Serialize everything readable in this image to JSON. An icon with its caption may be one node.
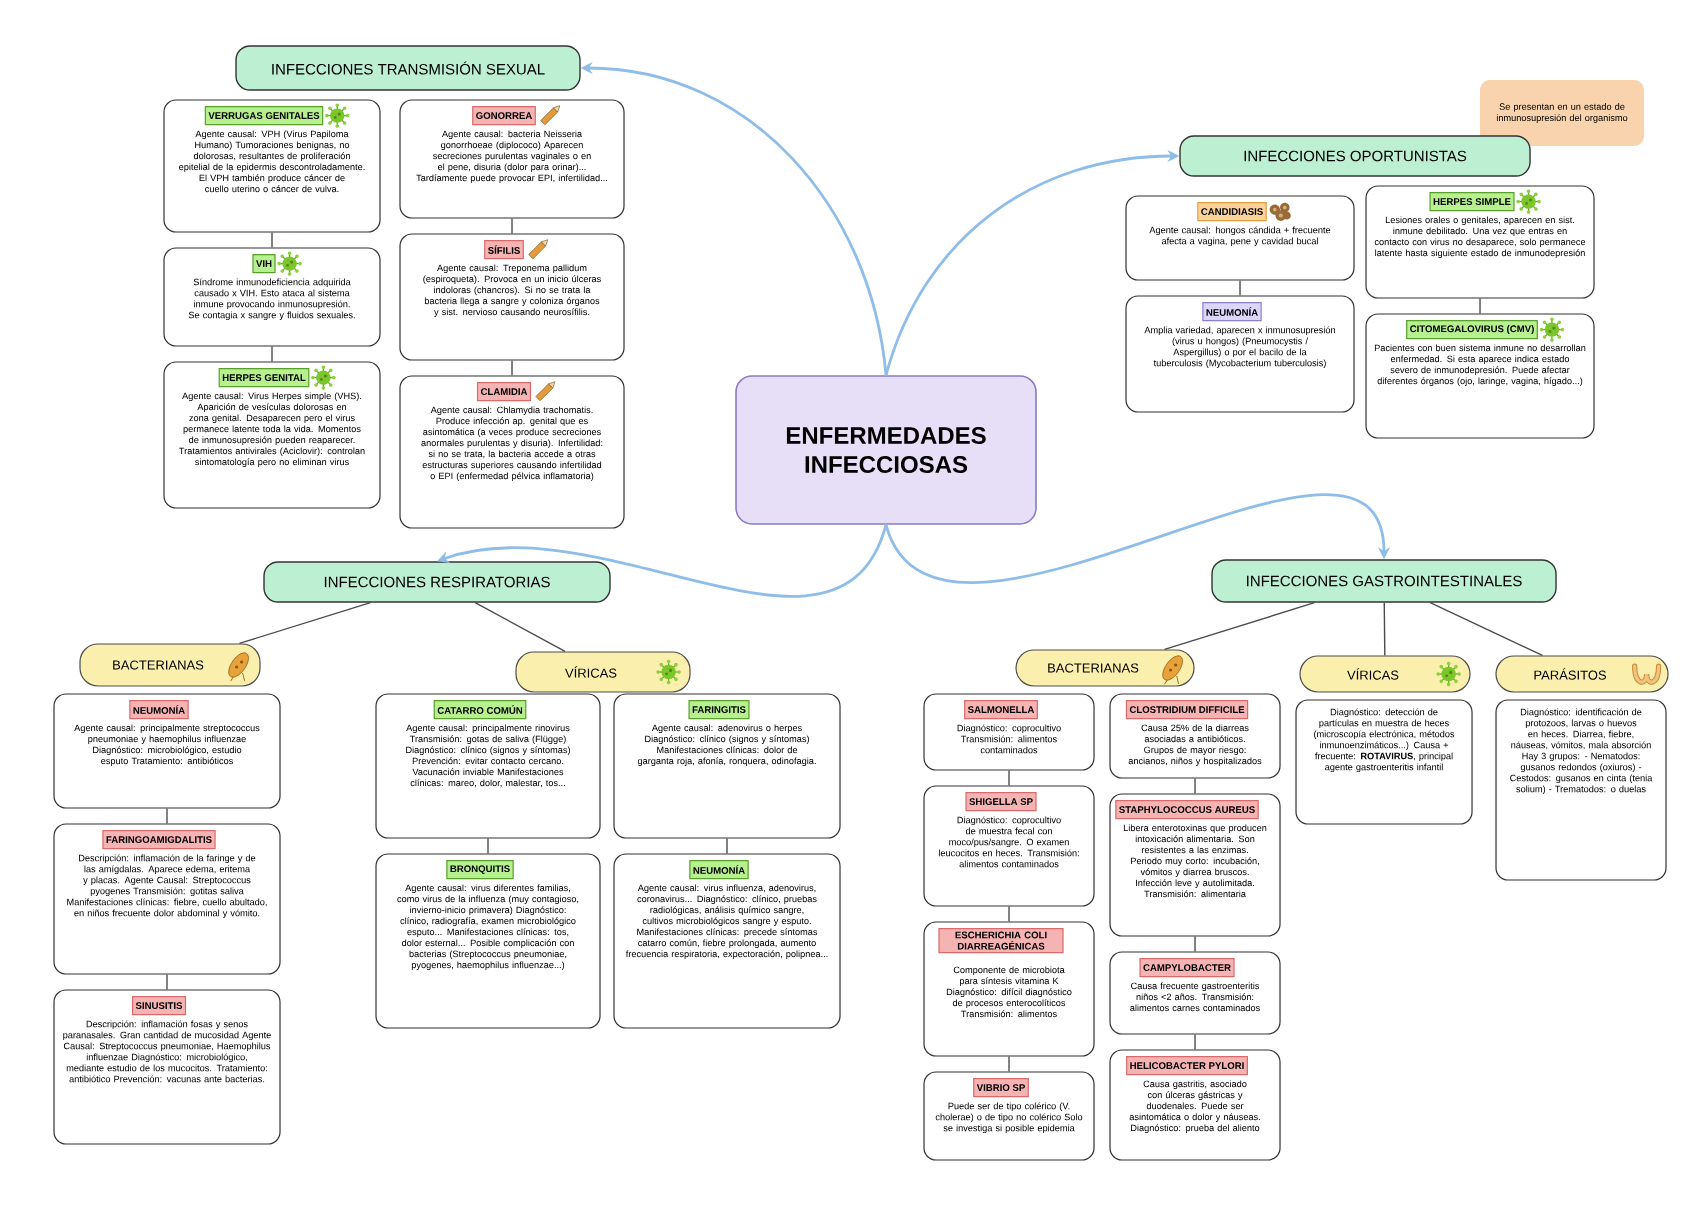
{
  "diagram": {
    "nodes": [
      {
        "text": [
          "ENFERMEDADES INFECCIOSAS"
        ]
      },
      {
        "text": [
          "INFECCIONES TRANSMISIÓN SEXUAL"
        ]
      },
      {
        "text": [
          "VERRUGAS GENITALES",
          "Agente causal: VPH (Virus Papiloma Humano) Tumoraciones benignas, no dolorosas, resultantes de proliferación epitelial de la epidermis descontroladamente. El VPH también produce cáncer de cuello uterino o cáncer de vulva."
        ]
      },
      {
        "text": [
          "VIH",
          "Síndrome inmunodeficiencia adquirida causado x VIH. Esto ataca al sistema inmune provocando inmunosupresión. Se contagia x sangre y fluidos sexuales."
        ]
      },
      {
        "text": [
          "HERPES GENITAL",
          "Agente causal: Virus Herpes simple (VHS). Aparición de vesículas dolorosas en zona genital. Desaparecen pero el virus permanece latente toda la vida. Momentos de inmunosupresión pueden reaparecer. Tratamientos antivirales (Aciclovir): controlan sintomatología pero no eliminan virus"
        ]
      },
      {
        "text": [
          "GONORREA",
          "Agente causal: bacteria Neisseria gonorrhoeae (diplococo) Aparecen secreciones purulentas vaginales o en el pene, disuria (dolor para orinar)... Tardíamente puede provocar EPI, infertilidad..."
        ]
      },
      {
        "text": [
          "SÍFILIS",
          "Agente causal: Treponema pallidum (espiroqueta). Provoca en un inicio úlceras indoloras (chancros). Si no se trata la bacteria llega a sangre y coloniza órganos y sist. nervioso causando neurosífilis."
        ]
      },
      {
        "text": [
          "CLAMIDIA",
          "Agente causal: Chlamydia trachomatis. Produce infección ap. genital que es asintomática (a veces produce secreciones anormales purulentas y disuria). Infertilidad: si no se trata, la bacteria accede a otras estructuras superiores causando infertilidad o EPI (enfermedad pélvica inflamatoria)"
        ]
      },
      {
        "text": [
          "Se presentan en un estado de inmunosupresión del organismo"
        ]
      },
      {
        "text": [
          "INFECCIONES OPORTUNISTAS"
        ]
      },
      {
        "text": [
          "CANDIDIASIS",
          "Agente causal: hongos cándida + frecuente afecta a vagina, pene y cavidad bucal"
        ]
      },
      {
        "text": [
          "NEUMONÍA",
          "Amplia variedad, aparecen x inmunosupresión (virus u hongos) (Pneumocystis / Aspergillus) o por el bacilo de la tuberculosis (Mycobacterium tuberculosis)"
        ]
      },
      {
        "text": [
          "HERPES SIMPLE",
          "Lesiones orales o genitales, aparecen en sist. inmune debilitado. Una vez que entras en contacto con virus no desaparece, solo permanece latente hasta siguiente estado de inmunodepresión"
        ]
      },
      {
        "text": [
          "CITOMEGALOVIRUS (CMV)",
          "Pacientes con buen sistema inmune no desarrollan enfermedad. Si esta aparece indica estado severo de inmunodepresión. Puede afectar diferentes órganos (ojo, laringe, vagina, hígado...)"
        ]
      },
      {
        "text": [
          "INFECCIONES RESPIRATORIAS"
        ]
      },
      {
        "text": [
          "BACTERIANAS"
        ]
      },
      {
        "text": [
          "VÍRICAS"
        ]
      },
      {
        "text": [
          "NEUMONÍA",
          "Agente causal: principalmente streptococcus pneumoniae y haemophilus influenzae Diagnóstico: microbiológico, estudio esputo Tratamiento: antibióticos"
        ]
      },
      {
        "text": [
          "FARINGOAMIGDALITIS",
          "Descripción: inflamación de la faringe y de las amígdalas. Aparece edema, eritema y placas. Agente Causal: Streptococcus pyogenes Transmisión: gotitas saliva Manifestaciones clínicas: fiebre, cuello abultado, en niños frecuente dolor abdominal y vómito."
        ]
      },
      {
        "text": [
          "SINUSITIS",
          "Descripción: inflamación fosas y senos paranasales. Gran cantidad de mucosidad Agente Causal: Streptococcus pneumoniae, Haemophilus influenzae Diagnóstico: microbiológico, mediante estudio de los mucocitos. Tratamiento: antibiótico Prevención: vacunas ante bacterias."
        ]
      },
      {
        "text": [
          "CATARRO COMÚN",
          "Agente causal: principalmente rinovirus Transmisión: gotas de saliva (Flügge) Diagnóstico: clínico (signos y síntomas) Prevención: evitar contacto cercano. Vacunación inviable Manifestaciones clínicas: mareo, dolor, malestar, tos..."
        ]
      },
      {
        "text": [
          "FARINGITIS",
          "Agente causal: adenovirus o herpes Diagnóstico: clínico (signos y síntomas) Manifestaciones clínicas: dolor de garganta roja, afonía, ronquera, odinofagia."
        ]
      },
      {
        "text": [
          "BRONQUITIS",
          "Agente causal: virus diferentes familias, como virus de la influenza (muy contagioso, invierno-inicio primavera) Diagnóstico: clínico, radiografía, examen microbiológico esputo... Manifestaciones clínicas: tos, dolor esternal... Posible complicación con bacterias (Streptococcus pneumoniae, pyogenes, haemophilus influenzae...)"
        ]
      },
      {
        "text": [
          "NEUMONÍA",
          "Agente causal: virus influenza, adenovirus, coronavirus... Diagnóstico: clínico, pruebas radiológicas, análisis químico sangre, cultivos microbiológicos sangre y esputo. Manifestaciones clínicas: precede síntomas catarro común, fiebre prolongada, aumento frecuencia respiratoria, expectoración, polipnea..."
        ]
      },
      {
        "text": [
          "INFECCIONES GASTROINTESTINALES"
        ]
      },
      {
        "text": [
          "BACTERIANAS"
        ]
      },
      {
        "text": [
          "VÍRICAS"
        ]
      },
      {
        "text": [
          "PARÁSITOS"
        ]
      },
      {
        "text": [
          "SALMONELLA",
          "Diagnóstico: coprocultivo Transmisión: alimentos contaminados"
        ]
      },
      {
        "text": [
          "SHIGELLA SP",
          "Diagnóstico: coprocultivo de muestra fecal con moco/pus/sangre. O examen leucocitos en heces. Transmisión: alimentos contaminados"
        ]
      },
      {
        "text": [
          "ESCHERICHIA COLI DIARREAGÉNICAS",
          "Componente de microbiota para síntesis vitamina K Diagnóstico: difícil diagnóstico de procesos enterocolíticos Transmisión: alimentos"
        ]
      },
      {
        "text": [
          "VIBRIO SP",
          "Puede ser de tipo colérico (V. cholerae) o de tipo no colérico Solo se investiga si posible epidemia"
        ]
      },
      {
        "text": [
          "CLOSTRIDIUM DIFFICILE",
          "Causa 25% de la diarreas asociadas a antibióticos. Grupos de mayor riesgo: ancianos, niños y hospitalizados"
        ]
      },
      {
        "text": [
          "STAPHYLOCOCCUS AUREUS",
          "Libera enterotoxinas que producen intoxicación alimentaria. Son resistentes a las enzimas. Periodo muy corto: incubación, vómitos y diarrea bruscos. Infección leve y autolimitada. Transmisión: alimentaria"
        ]
      },
      {
        "text": [
          "CAMPYLOBACTER",
          "Causa frecuente gastroenteritis niños <2 años. Transmisión: alimentos carnes contaminados"
        ]
      },
      {
        "text": [
          "HELICOBACTER PYLORI",
          "Causa gastritis, asociado con úlceras gástricas y duodenales. Puede ser asintomática o dolor y náuseas. Diagnóstico: prueba del aliento"
        ]
      },
      {
        "text": [
          "Diagnóstico: detección de partículas en muestra de heces (microscopía electrónica, métodos inmunoenzimáticos...) Causa + frecuente: **ROTAVIRUS**, principal agente gastroenteritis infantil"
        ]
      },
      {
        "text": [
          "Diagnóstico: identificación de protozoos, larvas o huevos en heces. Diarrea, fiebre, náuseas, vómitos, mala absorción Hay 3 grupos: - Nematodos: gusanos redondos (oxiuros) - Cestodos: gusanos en cinta (tenia solium) - Trematodos: o duelas"
        ]
      }
    ],
    "edges": [
      {
        "from": 0,
        "to": 1,
        "arrow": "to",
        "color": "#8fbde9"
      },
      {
        "from": 0,
        "to": 9,
        "arrow": "to",
        "color": "#8fbde9"
      },
      {
        "from": 0,
        "to": 14,
        "arrow": "to",
        "color": "#8fbde9"
      },
      {
        "from": 0,
        "to": 24,
        "arrow": "to",
        "color": "#8fbde9"
      },
      {
        "from": 14,
        "to": 15,
        "arrow": "none"
      },
      {
        "from": 14,
        "to": 16,
        "arrow": "none"
      },
      {
        "from": 24,
        "to": 25,
        "arrow": "none"
      },
      {
        "from": 24,
        "to": 26,
        "arrow": "none"
      },
      {
        "from": 24,
        "to": 27,
        "arrow": "none"
      },
      {
        "from": 2,
        "to": 3,
        "arrow": "none"
      },
      {
        "from": 3,
        "to": 4,
        "arrow": "none"
      },
      {
        "from": 5,
        "to": 6,
        "arrow": "none"
      },
      {
        "from": 6,
        "to": 7,
        "arrow": "none"
      },
      {
        "from": 10,
        "to": 11,
        "arrow": "none"
      },
      {
        "from": 12,
        "to": 13,
        "arrow": "none"
      },
      {
        "from": 17,
        "to": 18,
        "arrow": "none"
      },
      {
        "from": 18,
        "to": 19,
        "arrow": "none"
      },
      {
        "from": 20,
        "to": 22,
        "arrow": "none"
      },
      {
        "from": 21,
        "to": 23,
        "arrow": "none"
      },
      {
        "from": 28,
        "to": 29,
        "arrow": "none"
      },
      {
        "from": 29,
        "to": 30,
        "arrow": "none"
      },
      {
        "from": 30,
        "to": 31,
        "arrow": "none"
      },
      {
        "from": 32,
        "to": 33,
        "arrow": "none"
      },
      {
        "from": 33,
        "to": 34,
        "arrow": "none"
      },
      {
        "from": 34,
        "to": 35,
        "arrow": "none"
      }
    ]
  }
}
